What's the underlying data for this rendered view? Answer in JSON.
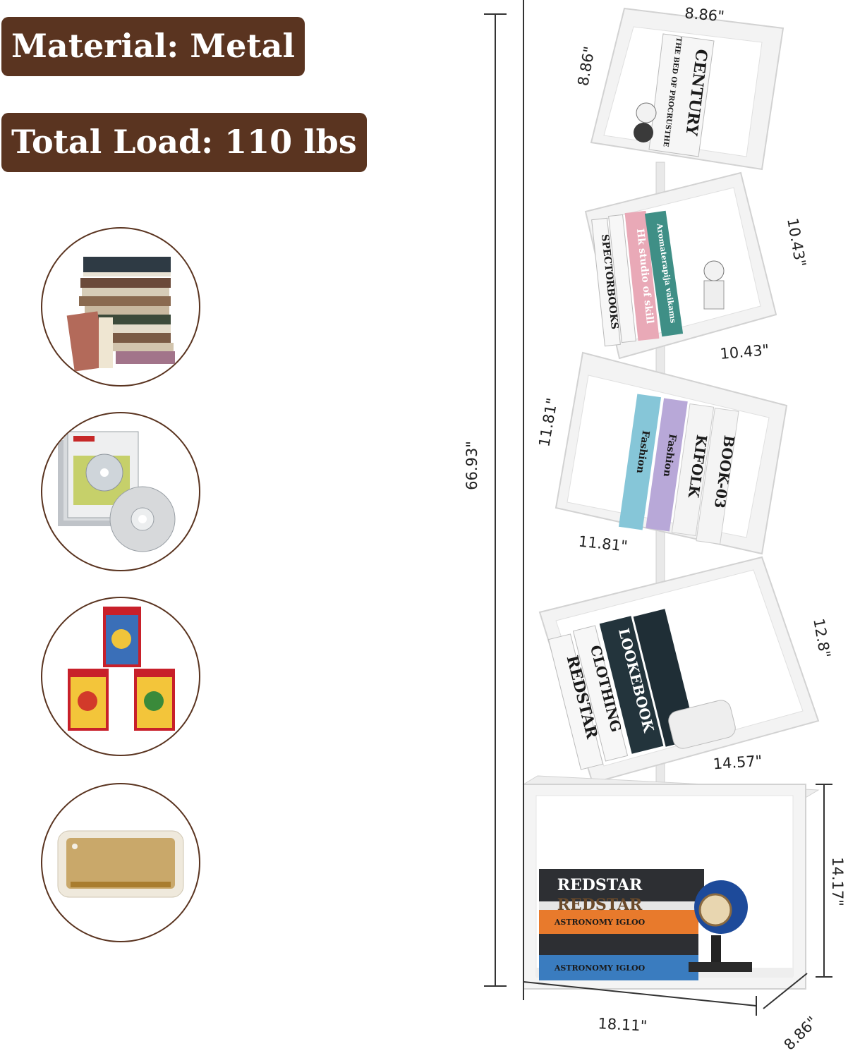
{
  "badges": {
    "material": "Material: Metal",
    "total_load": "Total Load: 110 lbs"
  },
  "accent_color": "#5a3420",
  "uses": [
    {
      "icon": "books-stack-icon"
    },
    {
      "icon": "cd-case-icon"
    },
    {
      "icon": "game-cases-icon"
    },
    {
      "icon": "speaker-icon"
    }
  ],
  "dimensions": {
    "total_height": "66.93\"",
    "cube1_width": "8.86\"",
    "cube1_height": "8.86\"",
    "cube2_height": "10.43\"",
    "cube2_width": "10.43\"",
    "cube3_height": "11.81\"",
    "cube3_width": "11.81\"",
    "cube4_height": "12.8\"",
    "cube4_width": "14.57\"",
    "base_height": "14.17\"",
    "base_width": "18.11\"",
    "base_depth": "8.86\""
  },
  "book_spines": {
    "top_1": "CENTURY",
    "top_2": "THE BED OF PROCRUSTHE",
    "c2_1": "SPECTORBOOKS",
    "c2_2": "Hk studio of skill",
    "c2_3": "Aromaterapija vaikams",
    "c3_1": "Fashion",
    "c3_2": "Fashion",
    "c3_3": "KIFOLK",
    "c3_4": "BOOK-03",
    "c4_1": "REDSTAR",
    "c4_2": "CLOTHING",
    "c4_3": "LOOKEBOOK",
    "base_1": "REDSTAR",
    "base_2": "REDSTAR",
    "base_3": "ASTRONOMY IGLOO",
    "base_4": "ASTRONOMY IGLOO"
  }
}
